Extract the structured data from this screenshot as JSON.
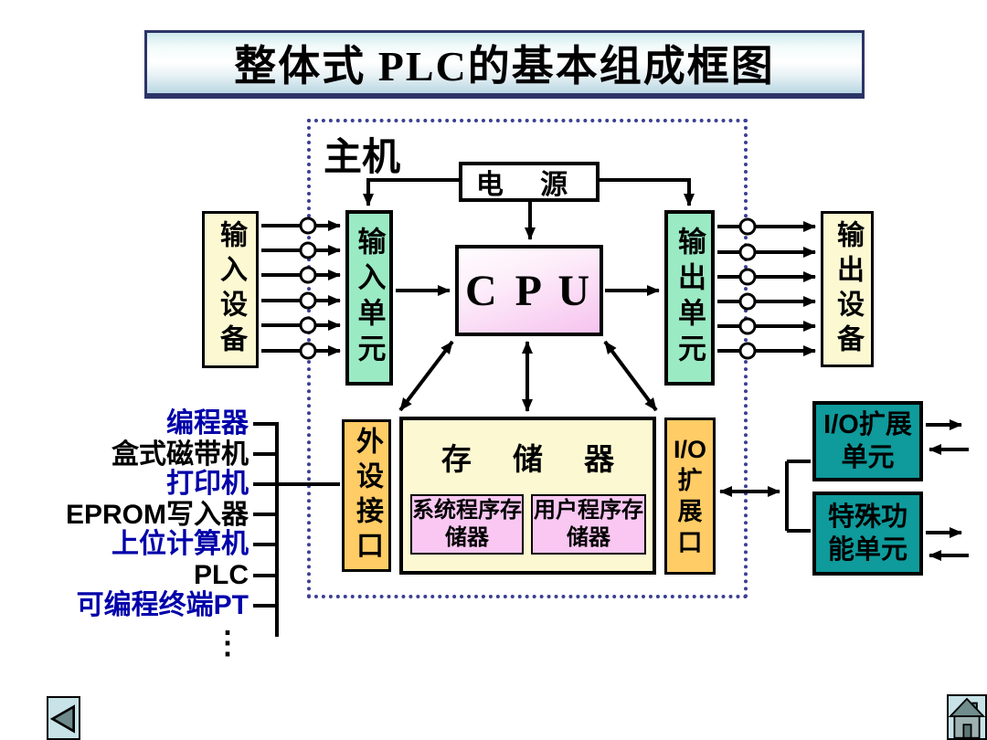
{
  "title": "整体式 PLC的基本组成框图",
  "diagram": {
    "host_label": "主机",
    "power": "电 源",
    "cpu": "C P U",
    "input_unit": "输入单元",
    "output_unit": "输出单元",
    "input_device": "输入设备",
    "output_device": "输出设备",
    "memory_title": "存 储 器",
    "system_memory": "系统程序存储器",
    "user_memory": "用户程序存储器",
    "peripheral_interface": "外设接口",
    "io_expansion_port": "I/O扩展口",
    "io_expansion_unit": "I/O扩展单元",
    "special_function_unit": "特殊功能单元"
  },
  "peripherals": {
    "items": [
      {
        "label": "编程器",
        "emphasis": "blue"
      },
      {
        "label": "盒式磁带机",
        "emphasis": "black"
      },
      {
        "label": "打印机",
        "emphasis": "blue"
      },
      {
        "label": "EPROM写入器",
        "emphasis": "black"
      },
      {
        "label": "上位计算机",
        "emphasis": "blue"
      },
      {
        "label": "PLC",
        "emphasis": "black"
      },
      {
        "label": "可编程终端PT",
        "emphasis": "blue"
      }
    ],
    "ellipsis": "⋮"
  },
  "nav": {
    "back_icon": "left-triangle",
    "home_icon": "house"
  },
  "colors": {
    "unit_green": "#9aeac4",
    "device_yellow": "#fcf9d2",
    "interface_orange": "#ffcc66",
    "expansion_teal": "#0f9a9b",
    "memory_pink": "#f9c7f2",
    "cpu_pink": "#f6c3ef",
    "dashed_navy": "#3a3f93",
    "blue_text": "#0000aa",
    "nav_bg": "#c7e3e8"
  }
}
